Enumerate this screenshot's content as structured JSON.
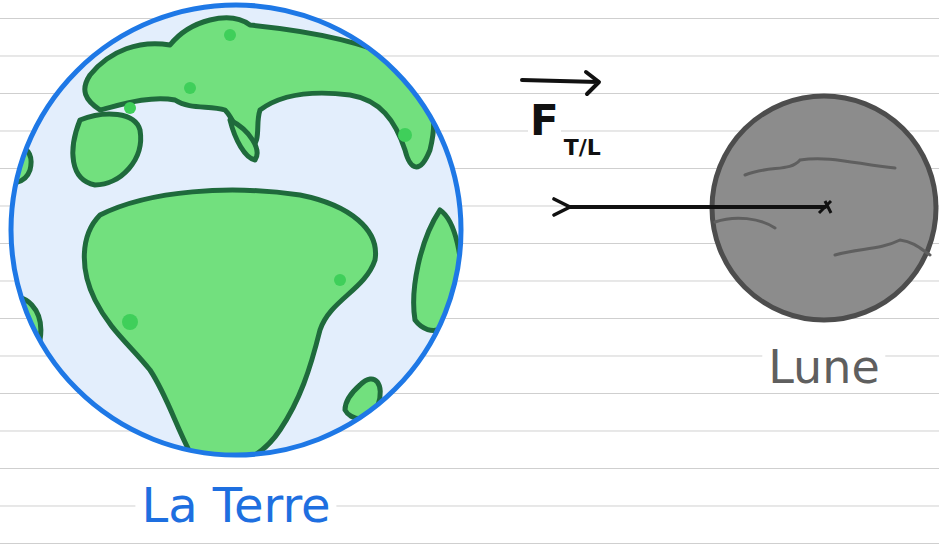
{
  "diagram": {
    "nodes": [
      {
        "text": [
          "La Terre"
        ]
      },
      {
        "text": [
          "Lune"
        ]
      }
    ],
    "labels": [
      "F",
      "T/L"
    ]
  }
}
